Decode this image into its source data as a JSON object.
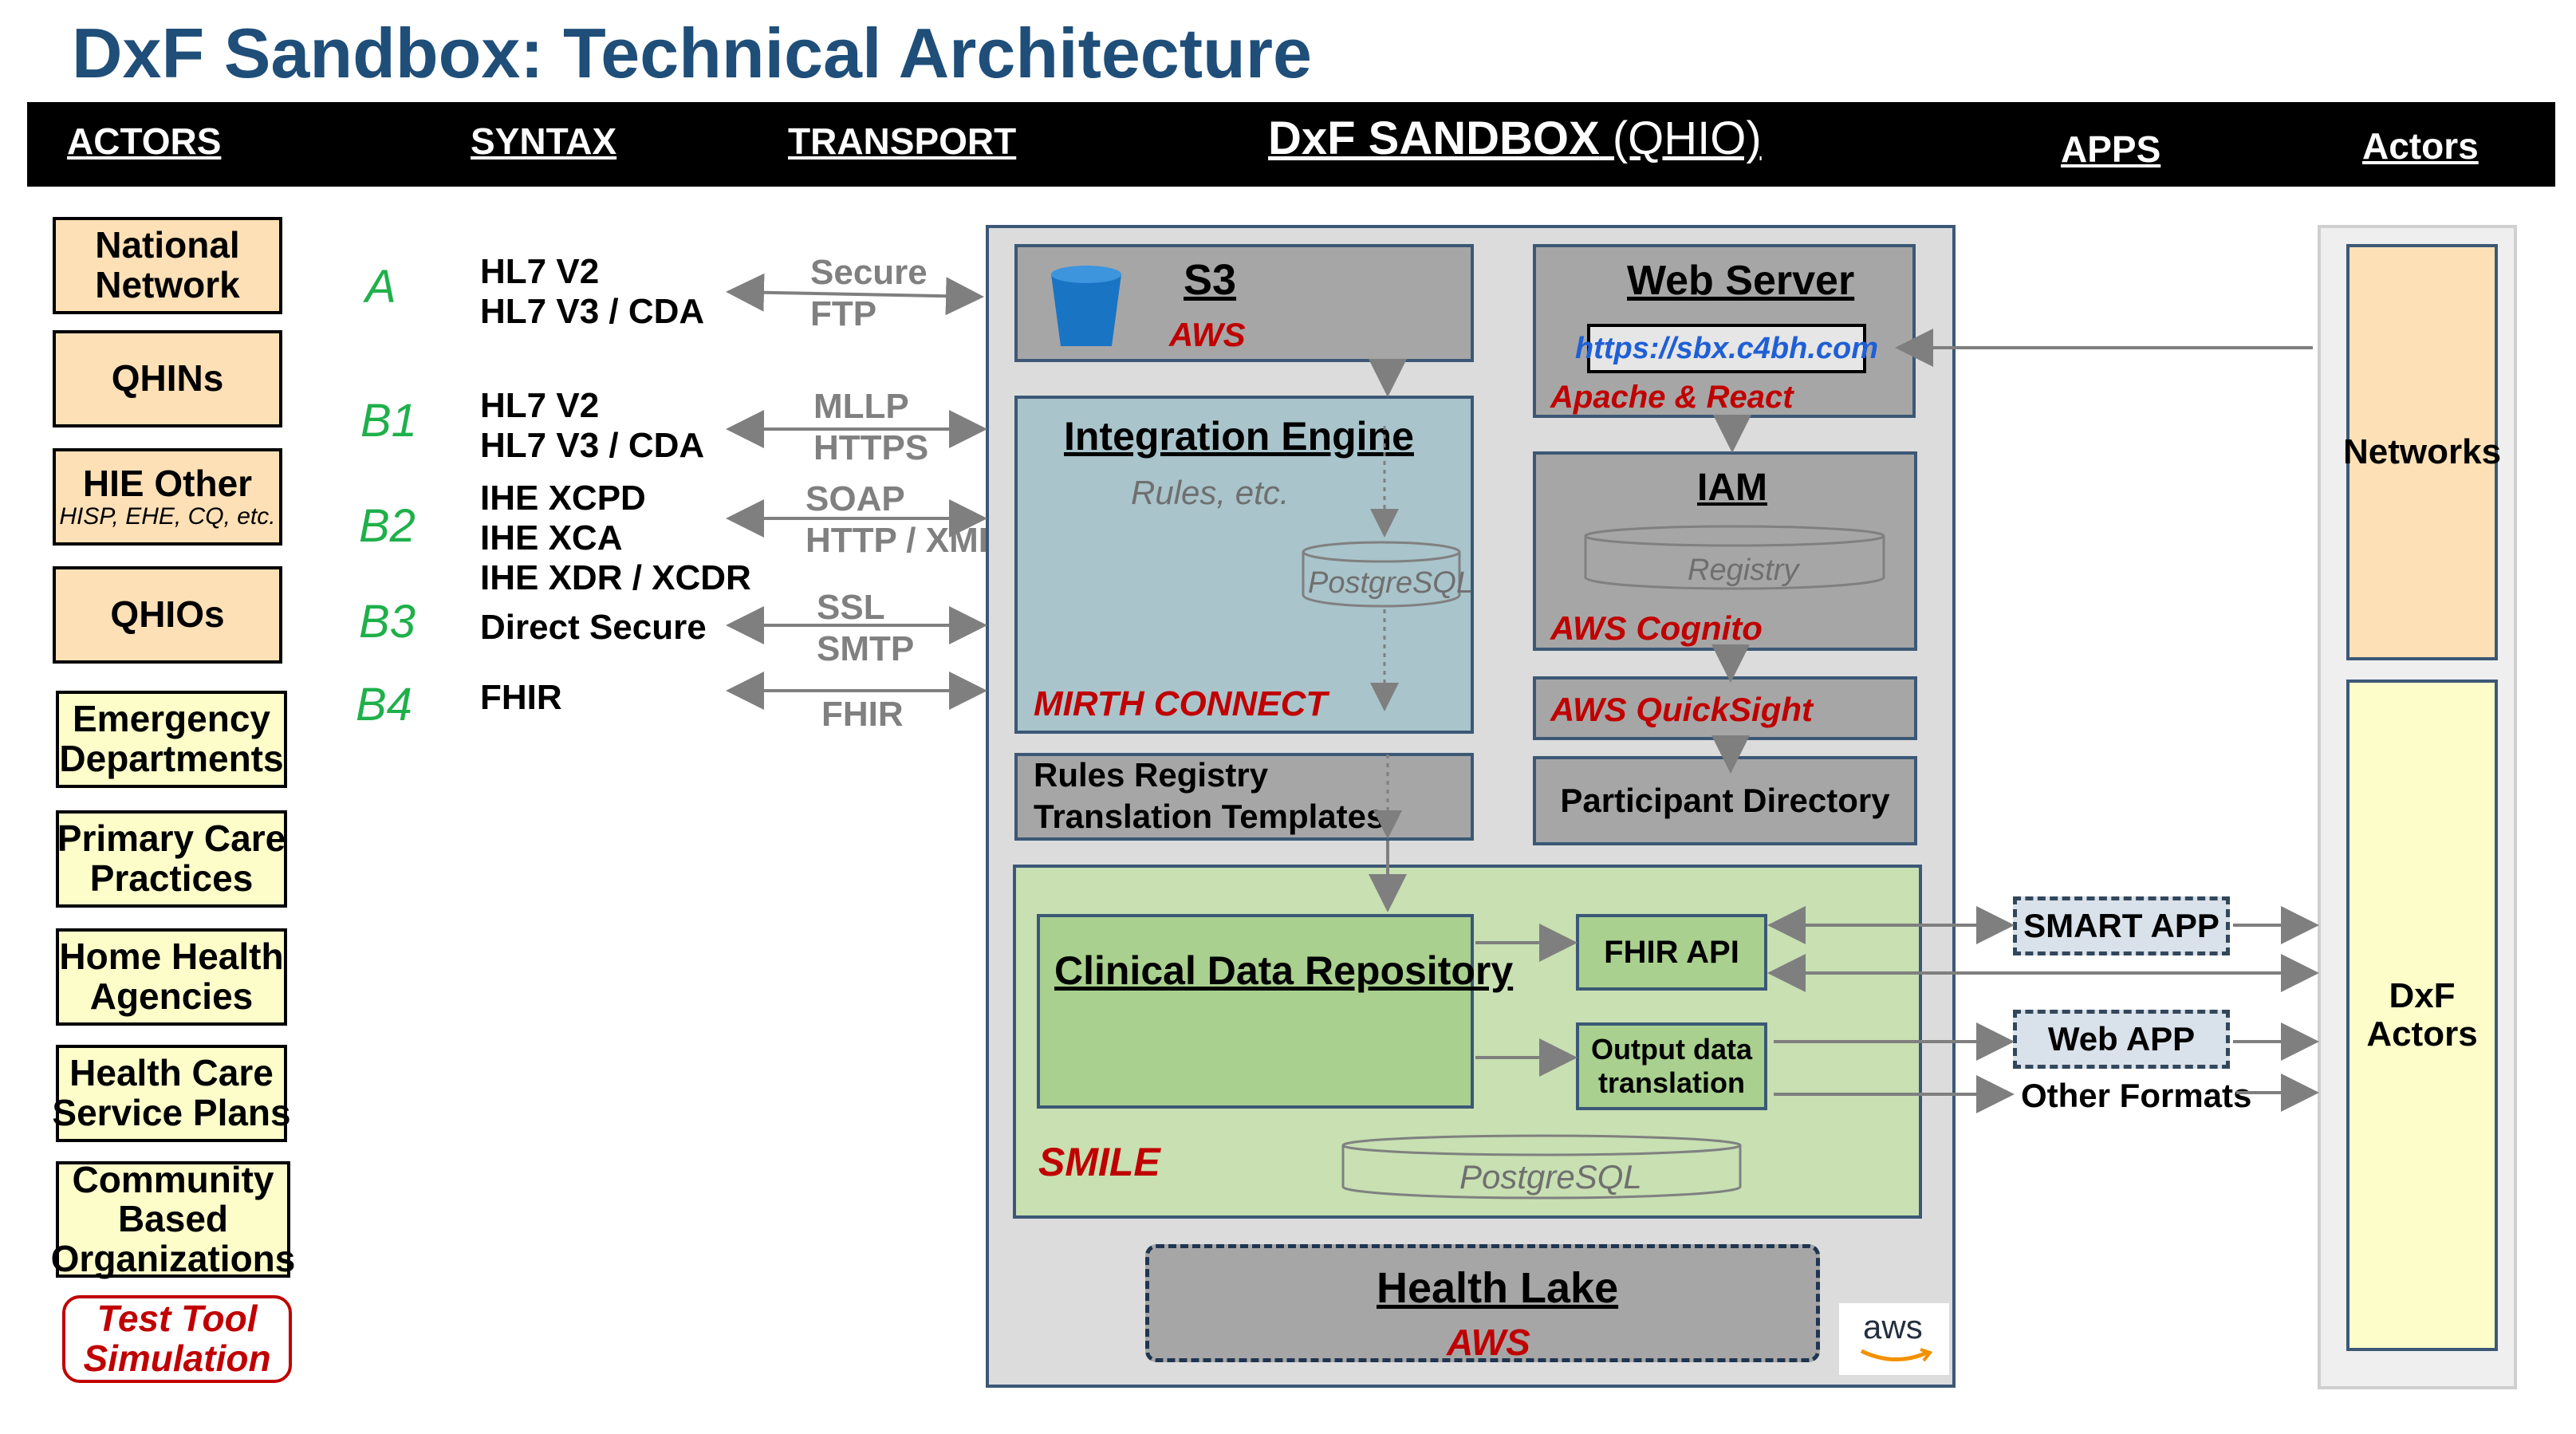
{
  "title": "DxF Sandbox:  Technical Architecture",
  "header": {
    "actors": "ACTORS",
    "syntax": "SYNTAX",
    "transport": "TRANSPORT",
    "sandbox": "DxF SANDBOX",
    "sandbox_suffix": " (QHIO)",
    "apps": "APPS",
    "actors_right": "Actors"
  },
  "actors": [
    {
      "label": "National\nNetwork",
      "sub": "",
      "color": "orange"
    },
    {
      "label": "QHINs",
      "sub": "",
      "color": "orange"
    },
    {
      "label": "HIE Other",
      "sub": "HISP, EHE, CQ, etc.",
      "color": "orange"
    },
    {
      "label": "QHIOs",
      "sub": "",
      "color": "orange"
    },
    {
      "label": "Emergency\nDepartments",
      "sub": "",
      "color": "yellow"
    },
    {
      "label": "Primary Care\nPractices",
      "sub": "",
      "color": "yellow"
    },
    {
      "label": "Home Health\nAgencies",
      "sub": "",
      "color": "yellow"
    },
    {
      "label": "Health Care\nService Plans",
      "sub": "",
      "color": "yellow"
    },
    {
      "label": "Community\nBased\nOrganizations",
      "sub": "",
      "color": "yellow"
    },
    {
      "label": "Test Tool\nSimulation",
      "sub": "",
      "color": "test"
    }
  ],
  "rows": [
    {
      "letter": "A",
      "syntax": "HL7 V2\nHL7 V3 / CDA",
      "transport": "Secure\nFTP"
    },
    {
      "letter": "B1",
      "syntax": "HL7 V2\nHL7 V3 / CDA",
      "transport": "MLLP\nHTTPS"
    },
    {
      "letter": "B2",
      "syntax": "IHE XCPD\nIHE XCA\nIHE XDR / XCDR",
      "transport": "SOAP\nHTTP / XML"
    },
    {
      "letter": "B3",
      "syntax": "Direct Secure",
      "transport": "SSL\nSMTP"
    },
    {
      "letter": "B4",
      "syntax": "FHIR",
      "transport": "FHIR"
    }
  ],
  "sandbox": {
    "s3": {
      "title": "S3",
      "vendor": "AWS"
    },
    "web_server": {
      "title": "Web Server",
      "url": "https://sbx.c4bh.com",
      "tech": "Apache & React"
    },
    "integration_engine": {
      "title": "Integration Engine",
      "note": "Rules, etc.",
      "db": "PostgreSQL",
      "vendor": "MIRTH CONNECT"
    },
    "iam": {
      "title": "IAM",
      "db": "Registry",
      "vendor": "AWS Cognito"
    },
    "quicksight": "AWS QuickSight",
    "rules_registry": "Rules Registry\nTranslation Templates",
    "participant_directory": "Participant Directory",
    "smile": {
      "cdr": "Clinical Data Repository",
      "fhir_api": "FHIR API",
      "output": "Output data\ntranslation",
      "vendor": "SMILE",
      "db": "PostgreSQL"
    },
    "health_lake": {
      "title": "Health Lake",
      "vendor": "AWS"
    },
    "aws_logo": "aws"
  },
  "apps": {
    "smart_app": "SMART APP",
    "web_app": "Web APP",
    "other_formats": "Other Formats"
  },
  "right_actors": {
    "networks": "Networks",
    "dxf_actors": "DxF\nActors"
  },
  "colors": {
    "title": "#1f4e79",
    "orange_actor": "#fde0b6",
    "yellow_actor": "#fdfdca",
    "vendor_red": "#c00000",
    "letter_green": "#1fb04a",
    "link_blue": "#1f5fd6"
  }
}
